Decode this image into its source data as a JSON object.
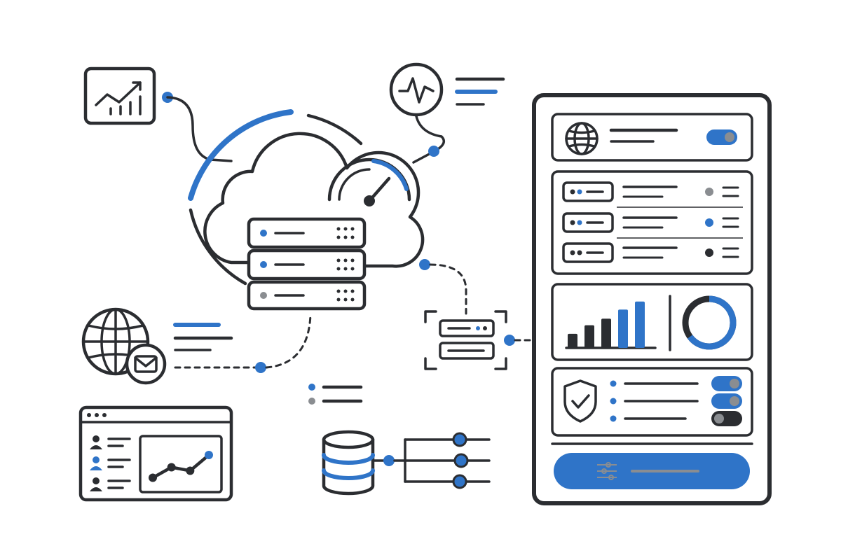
{
  "colors": {
    "ink": "#2b2d31",
    "blue": "#2f74c8",
    "gray": "#8a8d91",
    "background": "#ffffff"
  },
  "icons": [
    "line-chart-icon",
    "activity-pulse-icon",
    "cloud-icon",
    "server-rack-icon",
    "speedometer-icon",
    "globe-icon",
    "mail-icon",
    "database-icon",
    "sliders-icon",
    "user-icon",
    "shield-check-icon",
    "donut-chart-icon",
    "bar-chart-icon"
  ],
  "panel": {
    "toggle_states": [
      "on",
      "on",
      "on",
      "off"
    ],
    "status_dot_colors": [
      "gray",
      "blue",
      "ink"
    ],
    "bar_levels": [
      0.28,
      0.45,
      0.58,
      0.76,
      0.92
    ],
    "donut_fraction": 0.65
  },
  "browser": {
    "trend_points": [
      0.15,
      0.45,
      0.35,
      0.8
    ]
  }
}
